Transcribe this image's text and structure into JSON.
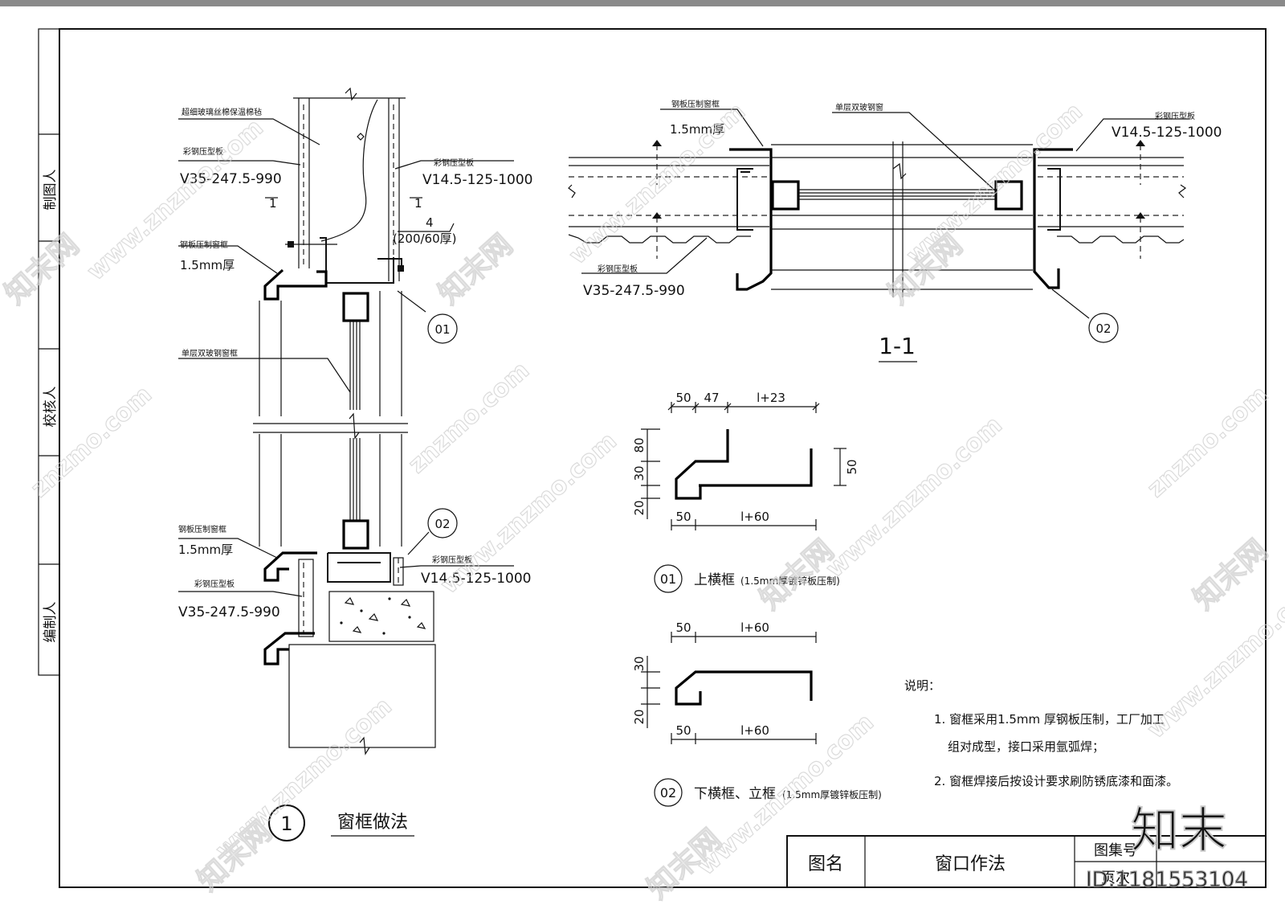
{
  "sidebar": {
    "drafter": "制图人",
    "checker": "校核人",
    "compiler": "编制人"
  },
  "detail_main": {
    "number": "1",
    "title": "窗框做法",
    "labels": {
      "insulation": "超细玻璃丝棉保温棉毡",
      "color_plate_left": "彩钢压型板",
      "panel_left_spec": "V35-247.5-990",
      "color_plate_right": "彩钢压型板",
      "panel_right_spec": "V14.5-125-1000",
      "mark_one_left": "1",
      "mark_one_right": "1",
      "fastener_note": "4",
      "fastener_spacing": "(200/60厚)",
      "steel_sill_top": "钢板压制窗框",
      "thickness_top": "1.5mm厚",
      "window_label": "单层双玻钢窗框",
      "steel_sill_bottom": "钢板压制窗框",
      "thickness_bottom": "1.5mm厚",
      "color_plate_bottom_right": "彩钢压型板",
      "panel_bottom_right_spec": "V14.5-125-1000",
      "color_plate_bottom_left": "彩钢压型板",
      "panel_bottom_left_spec": "V35-247.5-990",
      "callout_01": "01",
      "callout_02": "02"
    }
  },
  "section_11": {
    "title": "1-1",
    "labels": {
      "steel_frame": "钢板压制窗框",
      "thickness": "1.5mm厚",
      "window": "单层双玻钢窗",
      "color_plate_right": "彩钢压型板",
      "panel_right_spec": "V14.5-125-1000",
      "color_plate_left": "彩钢压型板",
      "panel_left_spec": "V35-247.5-990",
      "callout_02": "02"
    }
  },
  "profile_01": {
    "callout": "01",
    "name": "上横框",
    "note": "(1.5mm厚镀锌板压制)",
    "dims_top": [
      "50",
      "47",
      "l+23"
    ],
    "dims_bottom": [
      "50",
      "l+60"
    ],
    "dims_left": [
      "80",
      "30",
      "20"
    ],
    "dim_right": "50"
  },
  "profile_02": {
    "callout": "02",
    "name": "下横框、立框",
    "note": "(1.5mm厚镀锌板压制)",
    "dims_top": [
      "50",
      "l+60"
    ],
    "dims_bottom": [
      "50",
      "l+60"
    ],
    "dims_left": [
      "30",
      "20"
    ]
  },
  "notes": {
    "heading": "说明：",
    "items": [
      "1. 窗框采用1.5mm 厚钢板压制，工厂加工",
      "组对成型，接口采用氩弧焊；",
      "2. 窗框焊接后按设计要求刷防锈底漆和面漆。"
    ]
  },
  "title_block": {
    "name_label": "图名",
    "name_value": "窗口作法",
    "atlas_label": "图集号",
    "page_label": "页次"
  },
  "watermarks": {
    "site": "znzmo.com",
    "url": "www.znzmo.com",
    "brand": "知末网",
    "logo": "知末",
    "id_text": "ID:1181553104"
  }
}
